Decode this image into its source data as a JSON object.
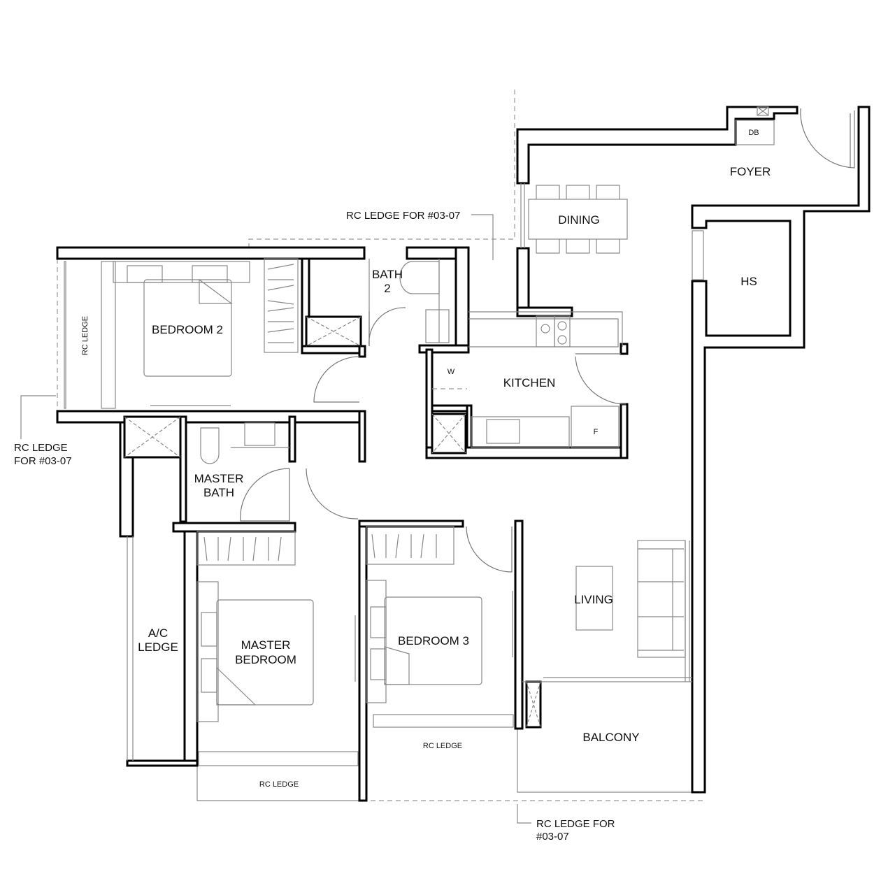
{
  "rooms": {
    "foyer": "FOYER",
    "db": "DB",
    "dining": "DINING",
    "hs": "HS",
    "bath2_line1": "BATH",
    "bath2_line2": "2",
    "bedroom2": "BEDROOM 2",
    "kitchen": "KITCHEN",
    "washer": "W",
    "fridge": "F",
    "master_bath_line1": "MASTER",
    "master_bath_line2": "BATH",
    "ac_ledge_line1": "A/C",
    "ac_ledge_line2": "LEDGE",
    "master_bedroom_line1": "MASTER",
    "master_bedroom_line2": "BEDROOM",
    "bedroom3": "BEDROOM 3",
    "living": "LIVING",
    "balcony": "BALCONY",
    "rc_ledge_vertical": "RC LEDGE",
    "rc_ledge_bottom_left": "RC LEDGE",
    "rc_ledge_bottom_mid": "RC LEDGE"
  },
  "notes": {
    "top": "RC LEDGE FOR #03-07",
    "left_line1": "RC LEDGE",
    "left_line2": "FOR #03-07",
    "bottom_line1": "RC LEDGE FOR",
    "bottom_line2": "#03-07"
  }
}
